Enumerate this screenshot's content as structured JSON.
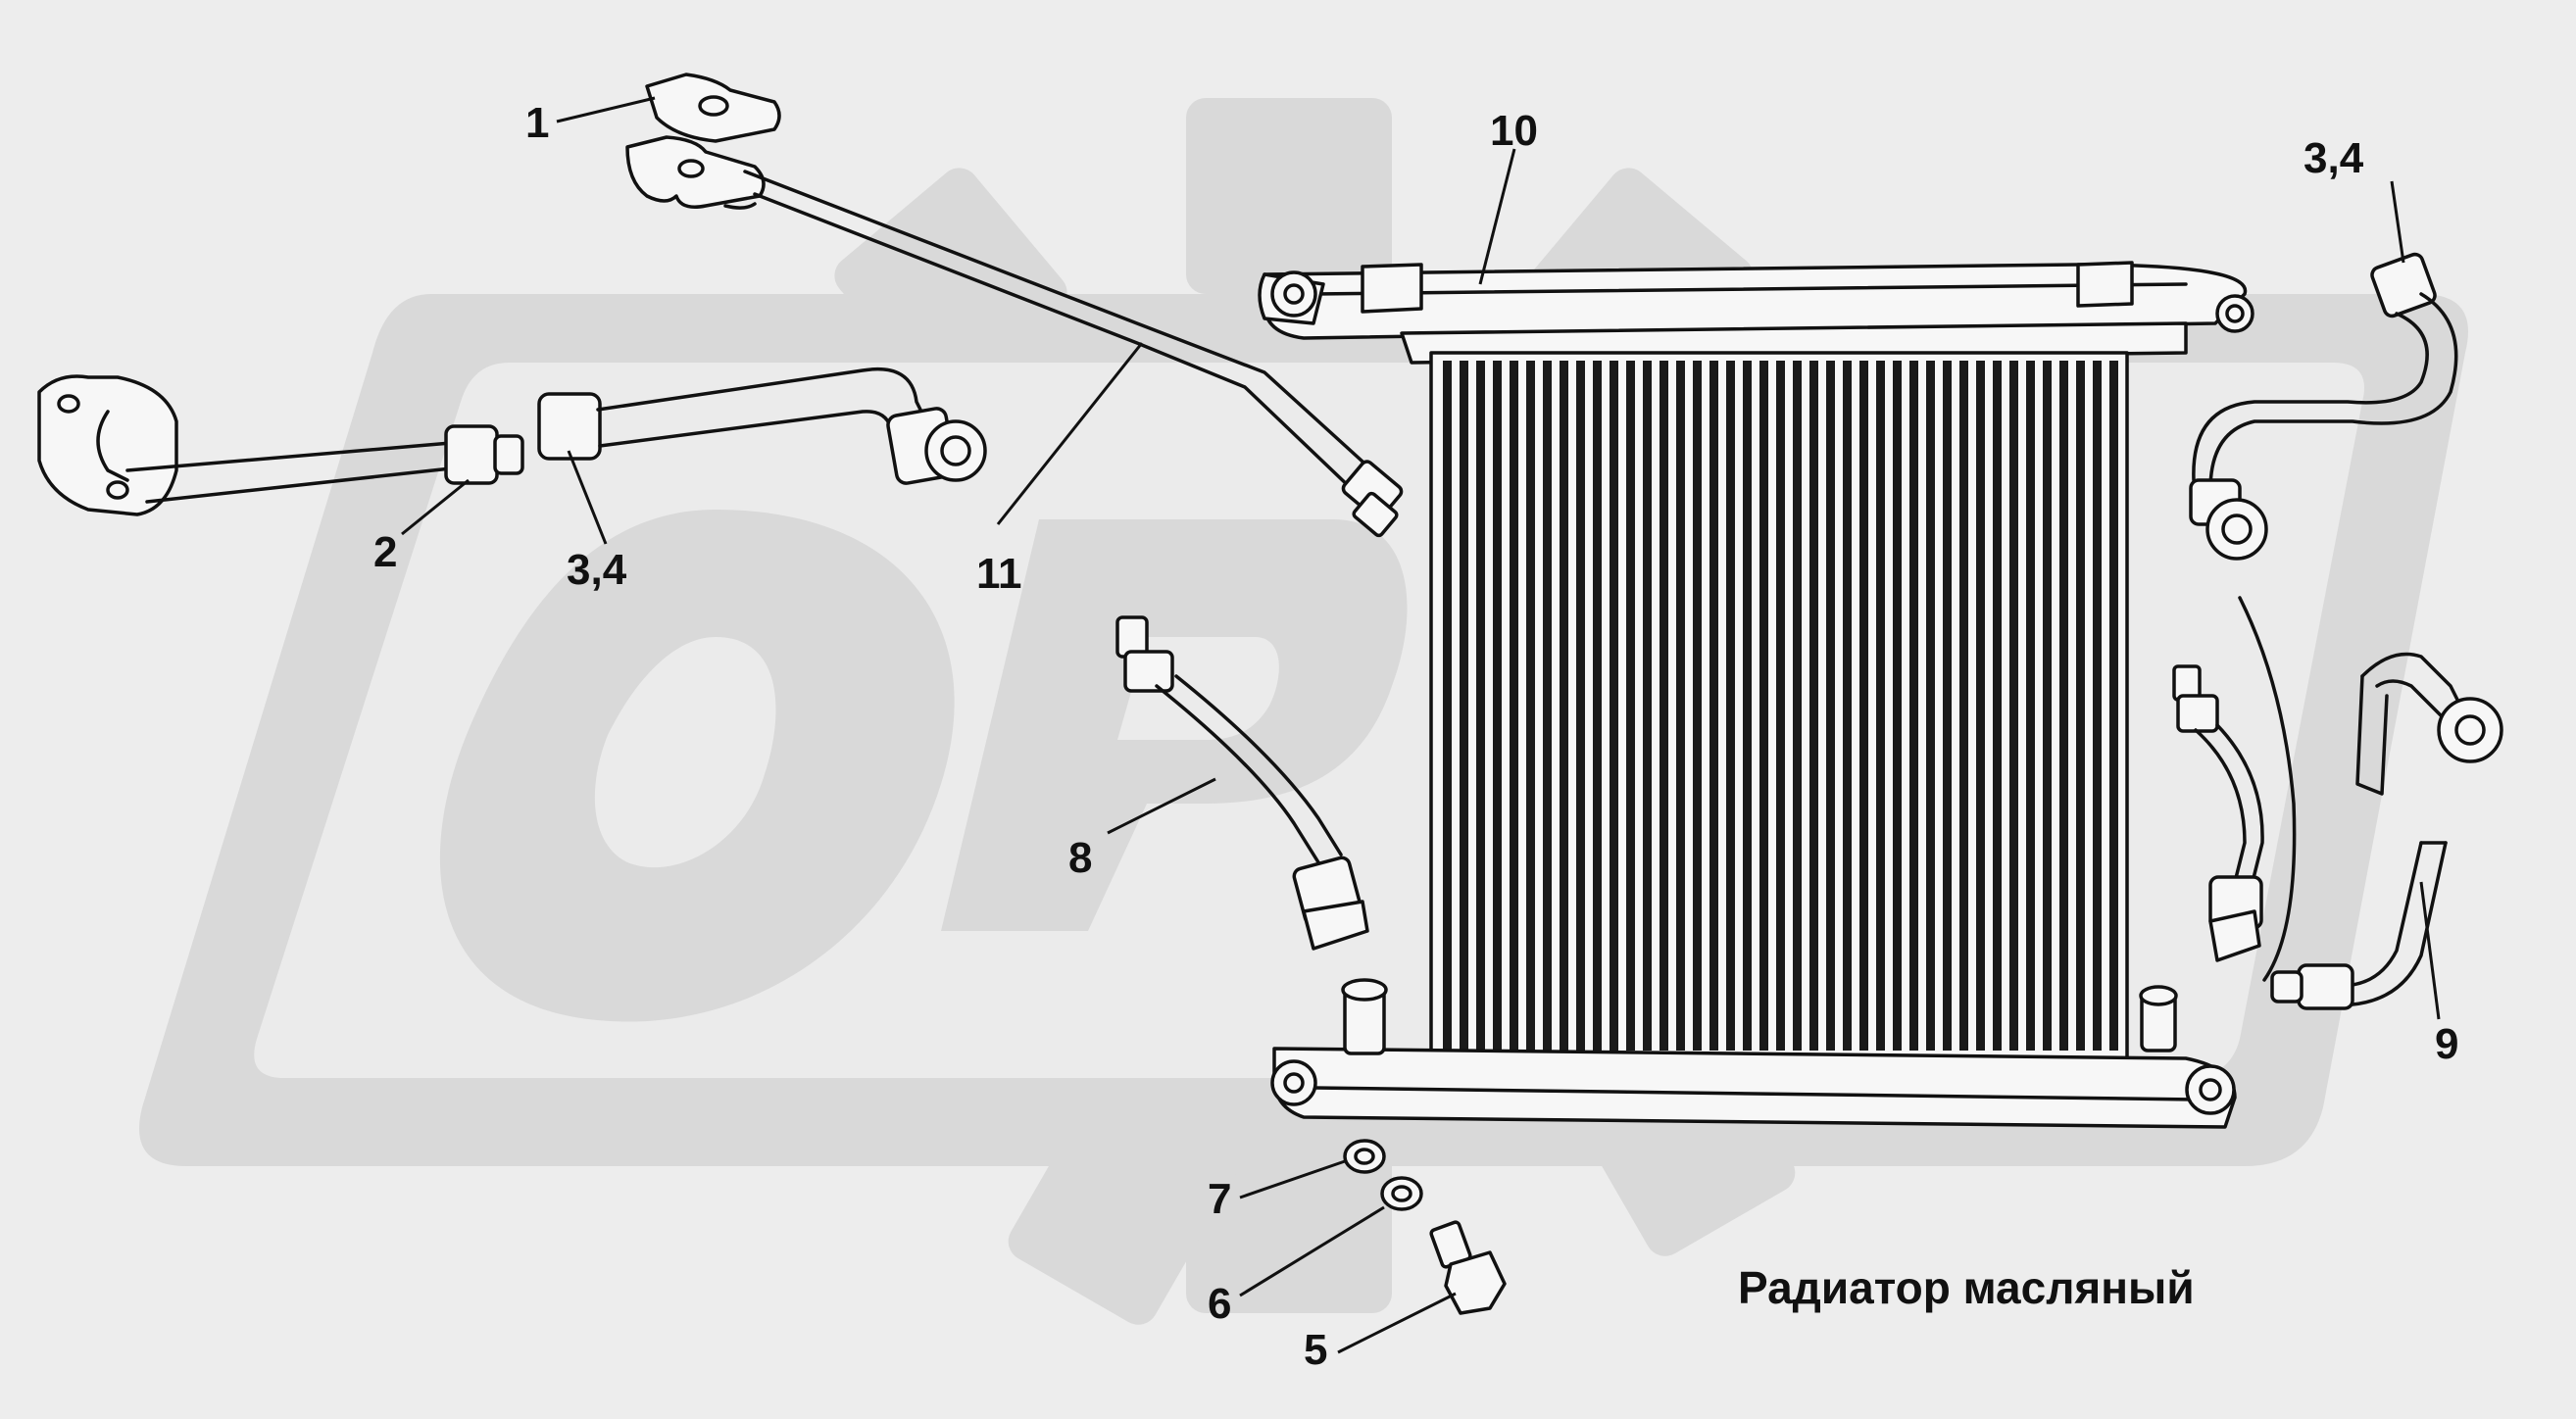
{
  "caption": "Радиатор масляный",
  "callouts": [
    {
      "id": "c1",
      "label": "1"
    },
    {
      "id": "c2",
      "label": "2"
    },
    {
      "id": "c34a",
      "label": "3,4"
    },
    {
      "id": "c34b",
      "label": "3,4"
    },
    {
      "id": "c5",
      "label": "5"
    },
    {
      "id": "c6",
      "label": "6"
    },
    {
      "id": "c7",
      "label": "7"
    },
    {
      "id": "c8",
      "label": "8"
    },
    {
      "id": "c9",
      "label": "9"
    },
    {
      "id": "c10",
      "label": "10"
    },
    {
      "id": "c11",
      "label": "11"
    }
  ]
}
